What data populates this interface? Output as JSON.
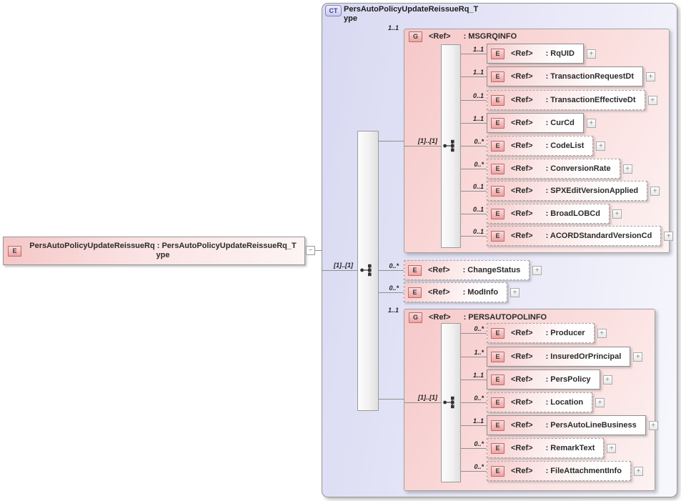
{
  "labels": {
    "ref": "<Ref>"
  },
  "icons": {
    "element": "E",
    "group": "G",
    "complex_type": "CT",
    "expand": "+",
    "collapse": "−",
    "compositor": "sequence"
  },
  "colors": {
    "panel_lavender": "#d8d8f2",
    "group_pink": "#f6c8c8",
    "icon_pink": "#efa2a2",
    "icon_blue_text": "#3b3bad",
    "line_gray": "#8f8f8f"
  },
  "root_element": {
    "name_line1": "PersAutoPolicyUpdateReissueRq : PersAutoPolicyUpdateReissueRq_T",
    "name_line2": "ype"
  },
  "complex_type": {
    "title_line1": "PersAutoPolicyUpdateReissueRq_T",
    "title_line2": "ype",
    "compositor_cardinality": "[1]..[1]",
    "children": [
      {
        "kind": "group",
        "card": "1..1",
        "label": ": MSGRQINFO",
        "compositor_cardinality": "[1]..[1]",
        "children": [
          {
            "card": "1..1",
            "label": ": RqUID"
          },
          {
            "card": "1..1",
            "label": ": TransactionRequestDt"
          },
          {
            "card": "0..1",
            "label": ": TransactionEffectiveDt"
          },
          {
            "card": "1..1",
            "label": ": CurCd"
          },
          {
            "card": "0..*",
            "label": ": CodeList"
          },
          {
            "card": "0..*",
            "label": ": ConversionRate"
          },
          {
            "card": "0..1",
            "label": ": SPXEditVersionApplied"
          },
          {
            "card": "0..1",
            "label": ": BroadLOBCd"
          },
          {
            "card": "0..1",
            "label": ": ACORDStandardVersionCd"
          }
        ]
      },
      {
        "kind": "element",
        "card": "0..*",
        "label": ": ChangeStatus"
      },
      {
        "kind": "element",
        "card": "0..*",
        "label": ": ModInfo"
      },
      {
        "kind": "group",
        "card": "1..1",
        "label": ": PERSAUTOPOLINFO",
        "compositor_cardinality": "[1]..[1]",
        "children": [
          {
            "card": "0..*",
            "label": ": Producer"
          },
          {
            "card": "1..*",
            "label": ": InsuredOrPrincipal"
          },
          {
            "card": "1..1",
            "label": ": PersPolicy"
          },
          {
            "card": "0..*",
            "label": ": Location"
          },
          {
            "card": "1..1",
            "label": ": PersAutoLineBusiness"
          },
          {
            "card": "0..*",
            "label": ": RemarkText"
          },
          {
            "card": "0..*",
            "label": ": FileAttachmentInfo"
          }
        ]
      }
    ]
  }
}
